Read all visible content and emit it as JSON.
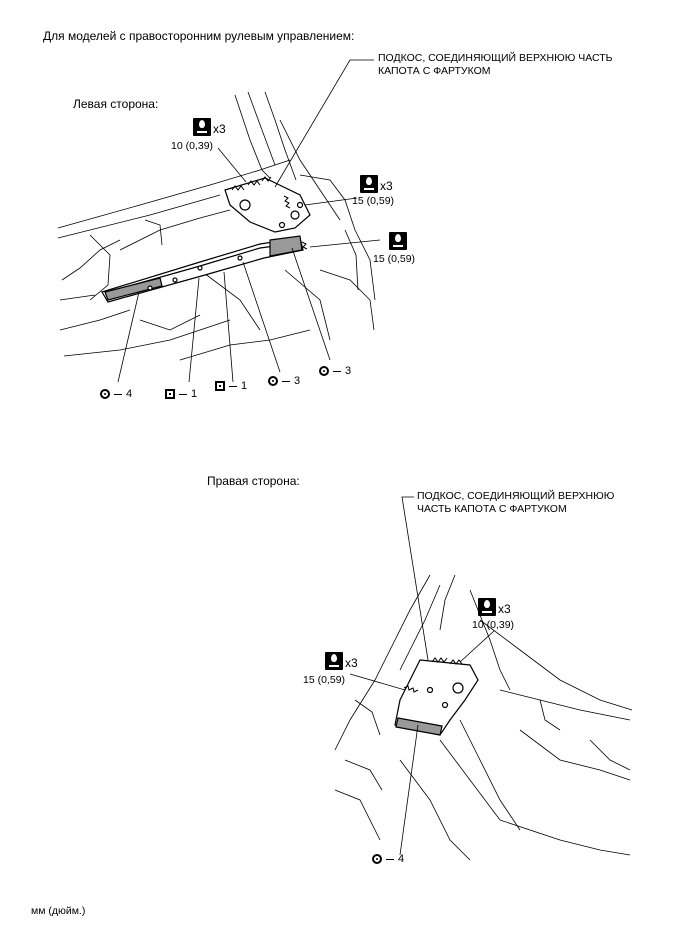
{
  "header": "Для моделей с правосторонним рулевым управлением:",
  "left_side": {
    "label": "Левая сторона:",
    "part_caption_line1": "ПОДКОС, СОЕДИНЯЮЩИЙ ВЕРХНЮЮ ЧАСТЬ",
    "part_caption_line2": "КАПОТА С ФАРТУКОМ",
    "torque_1": {
      "mult": "x3",
      "value": "10 (0,39)"
    },
    "torque_2": {
      "mult": "x3",
      "value": "15 (0,59)"
    },
    "torque_3": {
      "mult": "",
      "value": "15 (0,59)"
    },
    "refs": [
      {
        "symbol": "circle",
        "number": "4"
      },
      {
        "symbol": "square",
        "number": "1"
      },
      {
        "symbol": "square",
        "number": "1"
      },
      {
        "symbol": "circle",
        "number": "3"
      },
      {
        "symbol": "circle",
        "number": "3"
      }
    ]
  },
  "right_side": {
    "label": "Правая сторона:",
    "part_caption_line1": "ПОДКОС, СОЕДИНЯЮЩИЙ ВЕРХНЮЮ",
    "part_caption_line2": "ЧАСТЬ КАПОТА С ФАРТУКОМ",
    "torque_1": {
      "mult": "x3",
      "value": "10 (0,39)"
    },
    "torque_2": {
      "mult": "x3",
      "value": "15 (0,59)"
    },
    "refs": [
      {
        "symbol": "circle",
        "number": "4"
      }
    ]
  },
  "footer": "мм (дюйм.)"
}
